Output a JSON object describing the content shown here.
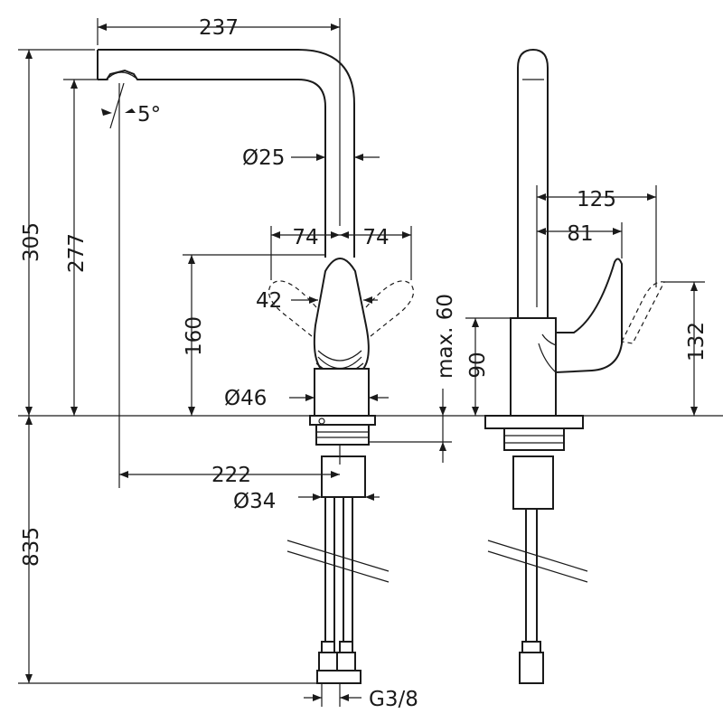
{
  "dimensions": {
    "spout_reach": "237",
    "spout_angle": "5°",
    "spout_diameter": "Ø25",
    "handle_swing_left": "74",
    "handle_swing_right": "74",
    "handle_width": "42",
    "handle_height": "160",
    "max_deck_thickness": "max. 60",
    "body_diameter": "Ø46",
    "outlet_offset": "222",
    "mounting_diameter": "Ø34",
    "total_height": "305",
    "outlet_height": "277",
    "hose_length": "835",
    "connection_thread": "G3/8",
    "side_handle_reach": "125",
    "side_handle_offset": "81",
    "side_body_height": "90",
    "side_handle_lift": "132"
  }
}
